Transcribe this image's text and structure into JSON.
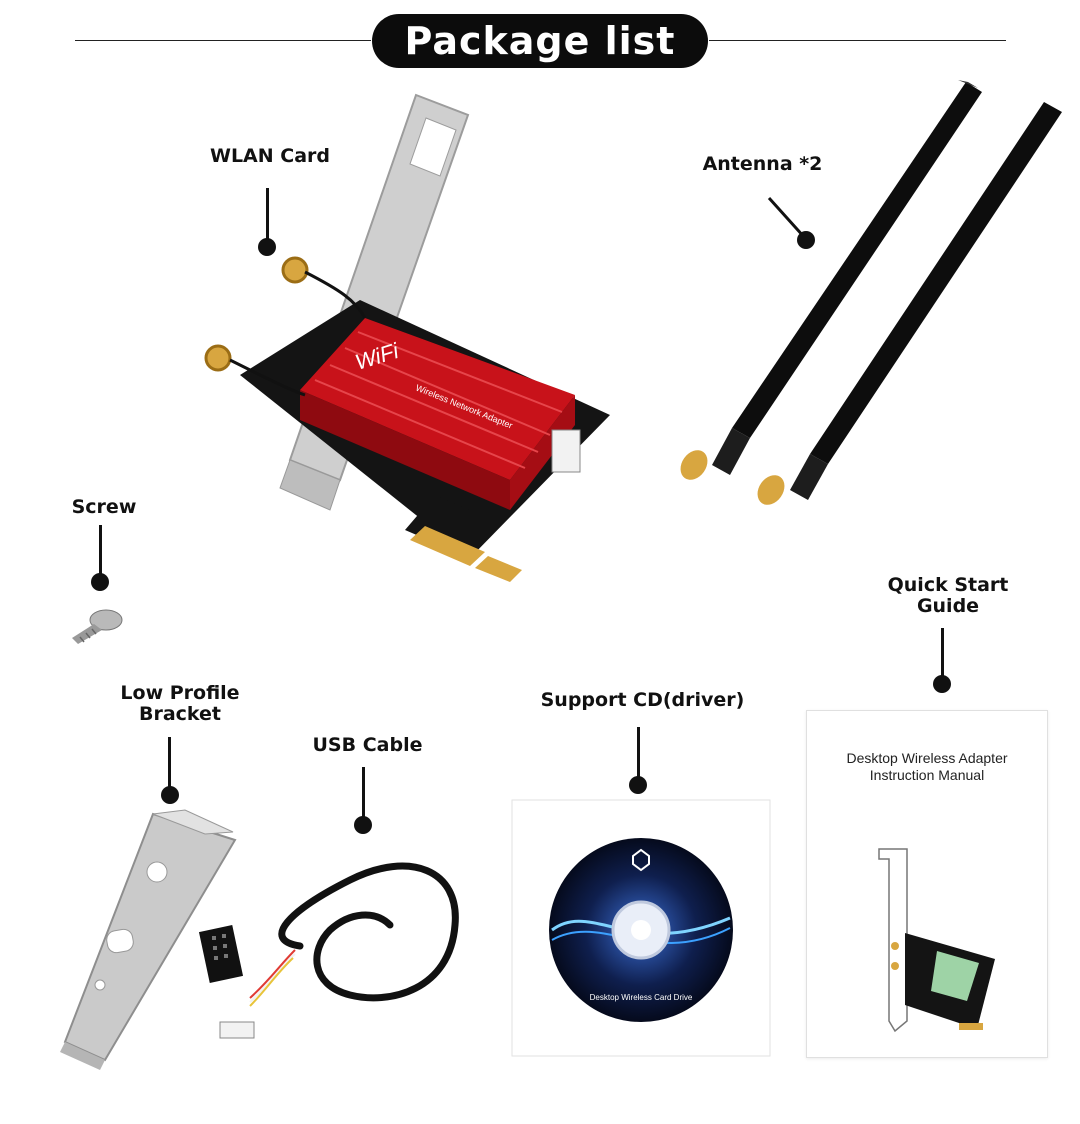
{
  "header": {
    "title": "Package list"
  },
  "items": {
    "wlan_card": "WLAN Card",
    "antenna": "Antenna  *2",
    "screw": "Screw",
    "quick_start": [
      "Quick Start",
      "Guide"
    ],
    "low_profile": [
      "Low Profile",
      "Bracket"
    ],
    "usb_cable": "USB Cable",
    "support_cd": "Support CD(driver)"
  },
  "product_print": {
    "heatsink_brand": "WiFi",
    "heatsink_sub": "Wireless Network Adapter",
    "cd_label": "Desktop Wireless Card Drive",
    "manual_title": [
      "Desktop Wireless Adapter",
      "Instruction Manual"
    ]
  },
  "colors": {
    "heatsink_red": "#c8121a",
    "antenna_black": "#0d0d0d",
    "pcb_black": "#141414",
    "gold": "#d8a640",
    "bracket_silver": "#c9c9c9"
  }
}
